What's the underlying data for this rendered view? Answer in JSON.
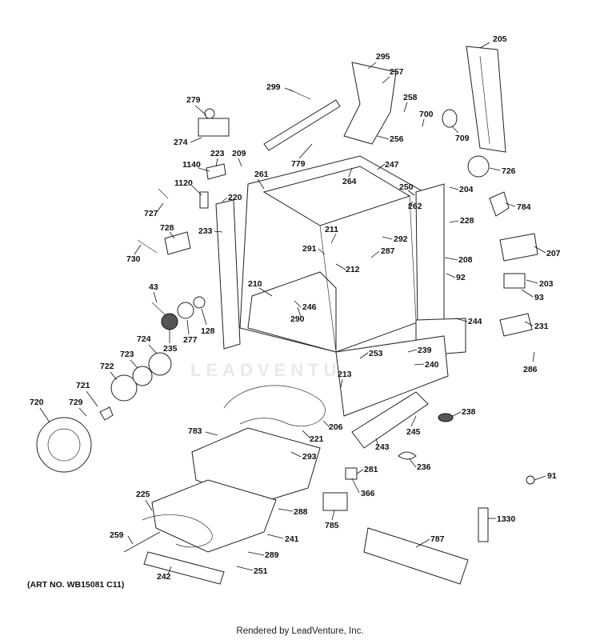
{
  "watermark": "LEADVENTURE",
  "art_number": "(ART NO. WB15081 C11)",
  "footer": "Rendered by LeadVenture, Inc.",
  "callouts": [
    "205",
    "295",
    "257",
    "299",
    "258",
    "700",
    "709",
    "279",
    "274",
    "256",
    "779",
    "223",
    "209",
    "1140",
    "261",
    "264",
    "247",
    "726",
    "204",
    "1120",
    "220",
    "250",
    "784",
    "727",
    "262",
    "228",
    "728",
    "233",
    "211",
    "292",
    "207",
    "291",
    "287",
    "208",
    "730",
    "212",
    "92",
    "210",
    "203",
    "93",
    "43",
    "246",
    "290",
    "128",
    "231",
    "244",
    "277",
    "235",
    "724",
    "253",
    "239",
    "723",
    "286",
    "240",
    "722",
    "213",
    "721",
    "729",
    "238",
    "720",
    "206",
    "245",
    "783",
    "221",
    "243",
    "236",
    "293",
    "281",
    "91",
    "366",
    "225",
    "288",
    "785",
    "1330",
    "241",
    "787",
    "259",
    "289",
    "242",
    "251"
  ]
}
